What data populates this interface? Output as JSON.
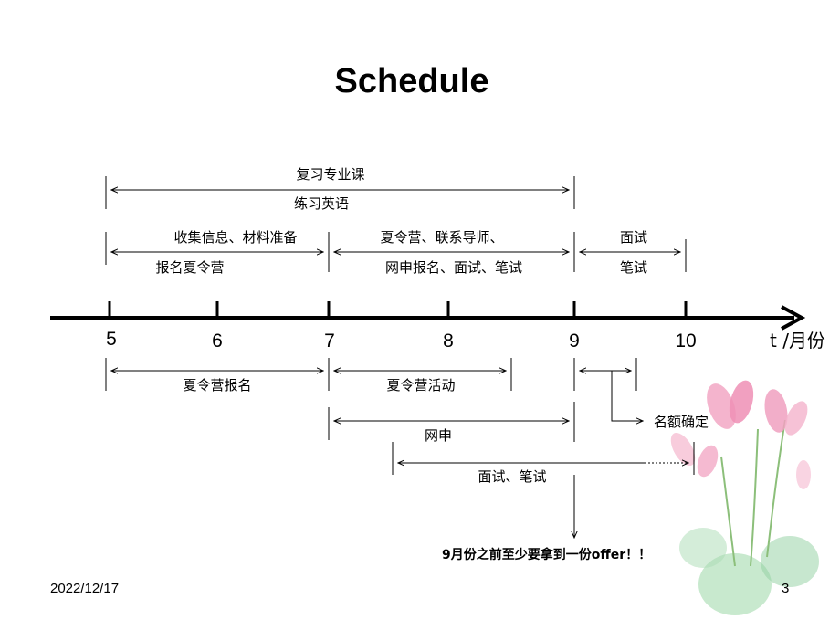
{
  "slide": {
    "title": "Schedule",
    "date": "2022/12/17",
    "page_number": "3",
    "axis": {
      "ticks": [
        "5",
        "6",
        "7",
        "8",
        "9",
        "10"
      ],
      "label": "t /月份"
    },
    "above": {
      "review_top": "复习专业课",
      "review_bottom": "练习英语",
      "collect_top": "收集信息、材料准备",
      "collect_bottom": "报名夏令营",
      "camp_top": "夏令营、联系导师、",
      "camp_bottom": "网申报名、面试、笔试",
      "interview_top": "面试",
      "interview_bottom": "笔试"
    },
    "below": {
      "camp_signup": "夏令营报名",
      "camp_activity": "夏令营活动",
      "quota": "名额确定",
      "online_apply": "网申",
      "exams": "面试、笔试"
    },
    "note": "9月份之前至少要拿到一份offer！！"
  }
}
